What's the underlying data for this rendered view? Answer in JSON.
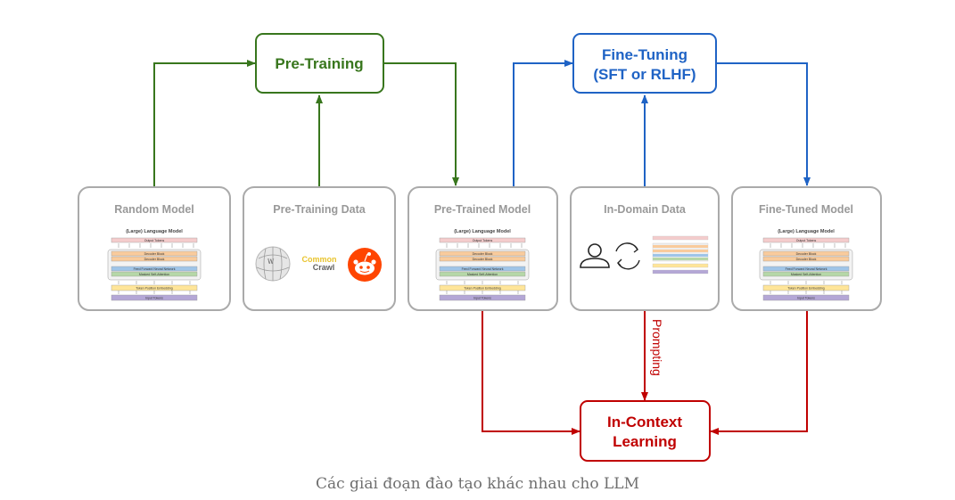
{
  "nodes": {
    "pre_training": {
      "label": "Pre-Training",
      "color": "#38761d"
    },
    "fine_tuning": {
      "line1": "Fine-Tuning",
      "line2": "(SFT or RLHF)",
      "color": "#1f63c5"
    },
    "in_context": {
      "line1": "In-Context",
      "line2": "Learning",
      "color": "#c00000"
    },
    "random_model": {
      "title": "Random Model"
    },
    "pre_training_data": {
      "title": "Pre-Training Data"
    },
    "pre_trained_model": {
      "title": "Pre-Trained Model"
    },
    "in_domain_data": {
      "title": "In-Domain Data"
    },
    "fine_tuned_model": {
      "title": "Fine-Tuned Model"
    }
  },
  "model_diagram": {
    "title": "(Large) Language Model",
    "output_tokens": "Output Tokens",
    "decoder_block": "Decoder Block",
    "ffn": "Feed Forward Neural Network",
    "masked_attention": "Masked Self-Attention",
    "embedding": "Token Position Embedding",
    "input_tokens": "Input Tokens"
  },
  "data_logos": {
    "common_crawl_line1": "Common",
    "common_crawl_line2": "Crawl"
  },
  "edge_labels": {
    "prompting": "Prompting"
  },
  "caption": "Các giai đoạn đào tạo khác nhau cho LLM"
}
